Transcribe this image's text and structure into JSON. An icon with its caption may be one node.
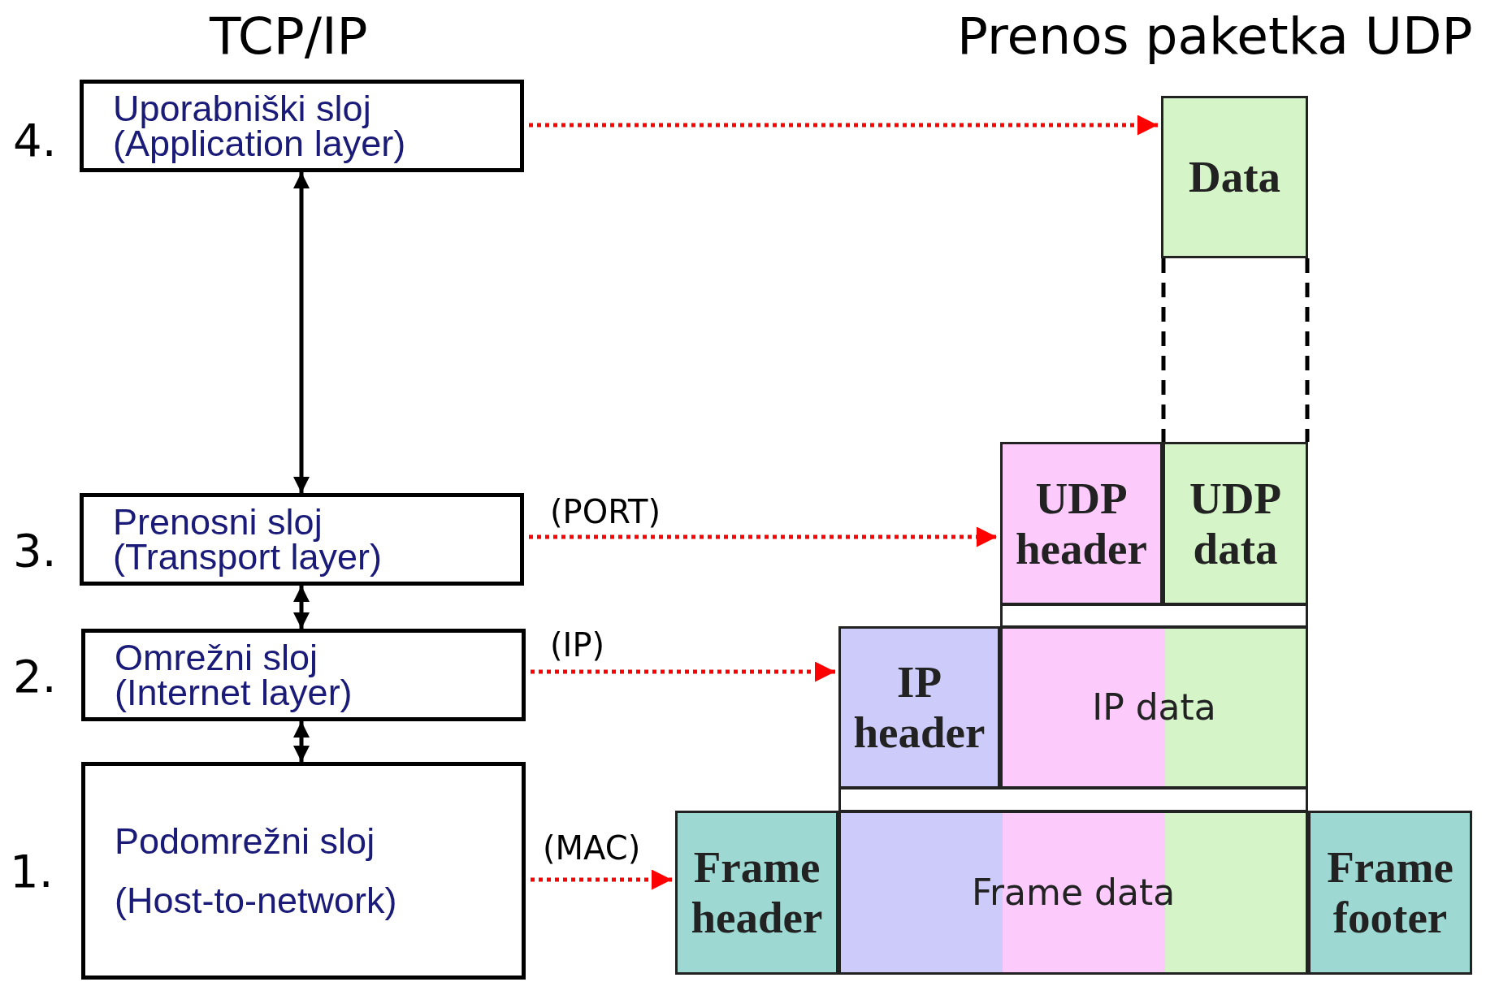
{
  "diagram": {
    "nodes": [
      {
        "text": [
          "Uporabniški sloj",
          "(Application layer)"
        ],
        "beside": [
          "4."
        ]
      },
      {
        "text": [
          "Data"
        ]
      },
      {
        "text": [
          "Prenosni sloj",
          "(Transport layer)"
        ],
        "beside": [
          "3."
        ]
      },
      {
        "text": [
          "UDP header"
        ]
      },
      {
        "text": [
          "UDP data"
        ]
      },
      {
        "text": [
          "Omrežni sloj",
          "(Internet layer)"
        ],
        "beside": [
          "2."
        ]
      },
      {
        "text": [
          "IP header"
        ]
      },
      {
        "text": [
          "IP data"
        ]
      },
      {
        "text": [
          "Podomrežni sloj",
          "(Host-to-network)"
        ],
        "beside": [
          "1."
        ]
      },
      {
        "text": [
          "Frame header"
        ]
      },
      {
        "text": [
          "Frame data"
        ]
      },
      {
        "text": [
          "Frame footer"
        ]
      },
      {
        "text": [],
        "shape": "box"
      },
      {
        "text": [],
        "shape": "box"
      }
    ],
    "edges": [
      {
        "from": 0,
        "to": 1,
        "arrow": "to",
        "style": "dashed",
        "color": "#ff0000"
      },
      {
        "from": 0,
        "to": 2,
        "arrow": "both"
      },
      {
        "from": 2,
        "to": 3,
        "arrow": "to",
        "label": "(PORT)",
        "style": "dashed",
        "color": "#ff0000"
      },
      {
        "from": 2,
        "to": 5,
        "arrow": "both"
      },
      {
        "from": 5,
        "to": 6,
        "arrow": "to",
        "label": "(IP)",
        "style": "dashed",
        "color": "#ff0000"
      },
      {
        "from": 5,
        "to": 8,
        "arrow": "both"
      },
      {
        "from": 8,
        "to": 9,
        "arrow": "to",
        "label": "(MAC)",
        "style": "dashed",
        "color": "#ff0000"
      },
      {
        "from": 1,
        "to": 4,
        "arrow": "none",
        "style": "dashed"
      },
      {
        "from": 1,
        "to": 4,
        "arrow": "none",
        "style": "dashed"
      }
    ],
    "labels": [
      "TCP/IP",
      "Prenos paketka UDP"
    ]
  }
}
